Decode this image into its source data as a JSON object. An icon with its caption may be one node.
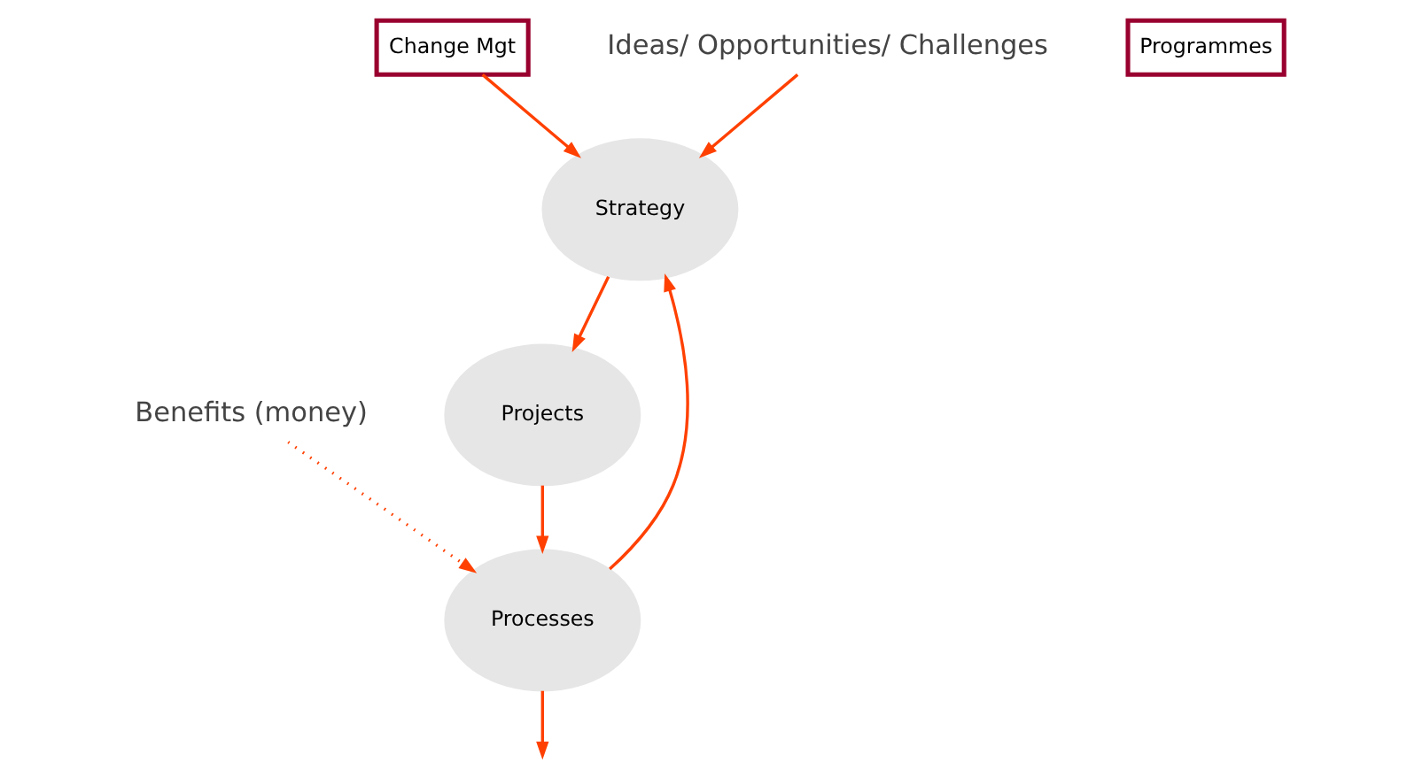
{
  "diagram": {
    "nodes": [
      {
        "text": [
          "Strategy"
        ]
      },
      {
        "text": [
          "Programmes"
        ]
      },
      {
        "text": [
          "Change Mgt"
        ]
      },
      {
        "text": [
          "Projects"
        ]
      },
      {
        "text": [
          "Processes"
        ]
      },
      {
        "text": [
          "Ideas/ Opportunities/ Challenges"
        ]
      },
      {
        "text": [
          "Benefits (money)"
        ]
      }
    ],
    "edges": [
      {
        "from": 5,
        "to": 0,
        "arrow": "to"
      },
      {
        "from": 0,
        "to": 3,
        "arrow": "to"
      },
      {
        "from": 3,
        "to": 4,
        "arrow": "to"
      },
      {
        "from": 4,
        "to": 0,
        "arrow": "to"
      },
      {
        "from": 2,
        "to": 0,
        "arrow": "to"
      },
      {
        "from": 6,
        "to": 4,
        "arrow": "to",
        "style": "dashed"
      },
      {
        "from": 4,
        "to": null,
        "arrow": "to"
      }
    ]
  }
}
